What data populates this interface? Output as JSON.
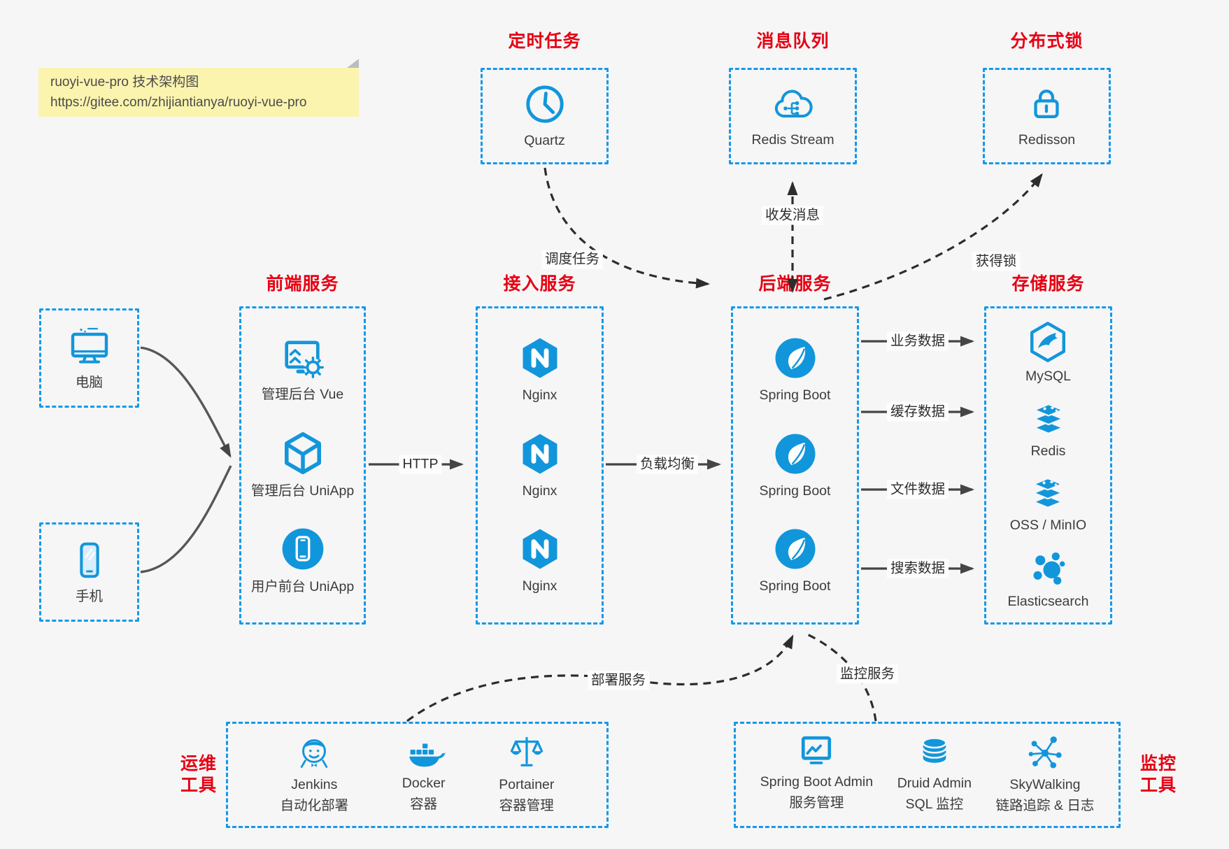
{
  "note": {
    "line1": "ruoyi-vue-pro 技术架构图",
    "line2": "https://gitee.com/zhijiantianya/ruoyi-vue-pro"
  },
  "top_groups": [
    {
      "title": "定时任务",
      "label": "Quartz",
      "icon": "clock-icon"
    },
    {
      "title": "消息队列",
      "label": "Redis Stream",
      "icon": "cloud-mq-icon"
    },
    {
      "title": "分布式锁",
      "label": "Redisson",
      "icon": "lock-icon"
    }
  ],
  "clients": [
    {
      "label": "电脑",
      "icon": "desktop-icon"
    },
    {
      "label": "手机",
      "icon": "mobile-icon"
    }
  ],
  "columns": [
    {
      "title": "前端服务",
      "items": [
        {
          "label": "管理后台 Vue",
          "icon": "admin-vue-icon"
        },
        {
          "label": "管理后台 UniApp",
          "icon": "cube-icon"
        },
        {
          "label": "用户前台 UniApp",
          "icon": "app-circle-icon"
        }
      ]
    },
    {
      "title": "接入服务",
      "items": [
        {
          "label": "Nginx",
          "icon": "nginx-icon"
        },
        {
          "label": "Nginx",
          "icon": "nginx-icon"
        },
        {
          "label": "Nginx",
          "icon": "nginx-icon"
        }
      ]
    },
    {
      "title": "后端服务",
      "items": [
        {
          "label": "Spring Boot",
          "icon": "spring-icon"
        },
        {
          "label": "Spring Boot",
          "icon": "spring-icon"
        },
        {
          "label": "Spring Boot",
          "icon": "spring-icon"
        }
      ]
    },
    {
      "title": "存储服务",
      "items": [
        {
          "label": "MySQL",
          "icon": "mysql-icon"
        },
        {
          "label": "Redis",
          "icon": "redis-stack-icon"
        },
        {
          "label": "OSS / MinIO",
          "icon": "storage-stack-icon"
        },
        {
          "label": "Elasticsearch",
          "icon": "elasticsearch-icon"
        }
      ]
    }
  ],
  "edges": {
    "http": "HTTP",
    "load_balance": "负载均衡",
    "dispatch": "调度任务",
    "message": "收发消息",
    "lock": "获得锁",
    "business_data": "业务数据",
    "cache_data": "缓存数据",
    "file_data": "文件数据",
    "search_data": "搜索数据",
    "deploy": "部署服务",
    "monitor": "监控服务"
  },
  "bottom_groups": [
    {
      "title_line1": "运维",
      "title_line2": "工具",
      "items": [
        {
          "label": "Jenkins",
          "sub": "自动化部署",
          "icon": "jenkins-icon"
        },
        {
          "label": "Docker",
          "sub": "容器",
          "icon": "docker-icon"
        },
        {
          "label": "Portainer",
          "sub": "容器管理",
          "icon": "portainer-icon"
        }
      ]
    },
    {
      "title_line1": "监控",
      "title_line2": "工具",
      "items": [
        {
          "label": "Spring Boot Admin",
          "sub": "服务管理",
          "icon": "sba-icon"
        },
        {
          "label": "Druid Admin",
          "sub": "SQL 监控",
          "icon": "druid-icon"
        },
        {
          "label": "SkyWalking",
          "sub": "链路追踪 & 日志",
          "icon": "skywalking-icon"
        }
      ]
    }
  ],
  "colors": {
    "accent_blue": "#1296db",
    "border_blue": "#1499e8",
    "title_red": "#e60013",
    "note_bg": "#fbf4ae",
    "canvas_bg": "#f6f6f7",
    "arrow_dark": "#454545",
    "arrow_dashed": "#2d2d2d"
  }
}
